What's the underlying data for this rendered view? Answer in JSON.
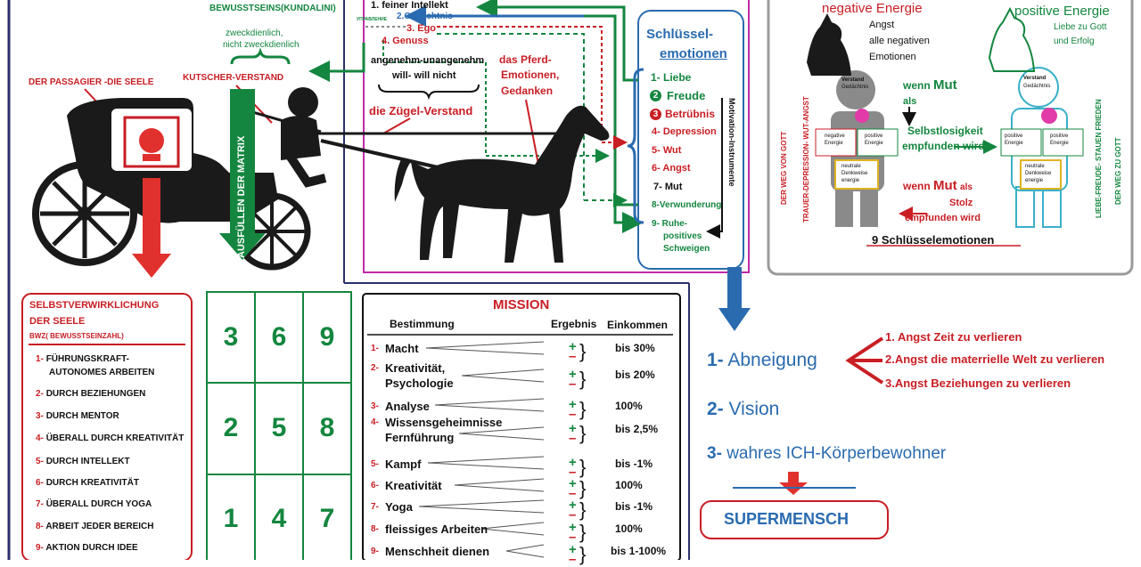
{
  "colors": {
    "red": "#c81e24",
    "green": "#14863f",
    "blue": "#2a6bb0",
    "navy": "#2b2f6b",
    "magenta": "#c02aa8",
    "gray": "#8a8a8a"
  },
  "top": {
    "bewusstseins": "BEWUSSTSEINS(KUNDALINI)",
    "zweck": "zweckdienlich,",
    "nicht_zweck": "nicht zweckdienlich",
    "passagier": "DER PASSAGIER -DIE SEELE",
    "kutscher": "KUTSCHER-VERSTAND",
    "intellekt_list": [
      {
        "label": "1. feiner Intellekt",
        "color": "dark"
      },
      {
        "label": "2.Gedächtnis",
        "color": "blue"
      },
      {
        "label": "3. Ego",
        "color": "red"
      },
      {
        "label": "4. Genuss",
        "color": "red"
      }
    ],
    "upravlenie": "УПРАВЛЕНИЕ",
    "angenehm": "angenehm-unangenehm",
    "will": "will- will nicht",
    "pferd": [
      "das Pferd-",
      "Emotionen,",
      "Gedanken"
    ],
    "zuegel": "die Zügel-Verstand",
    "matrix": "AUSFÜLLEN DER MATRIX",
    "motivation": "Motivation-Instrumente"
  },
  "emotions": {
    "title_1": "Schlüssel-",
    "title_2": "emotionen",
    "items": [
      {
        "label": "1- Liebe",
        "color": "green"
      },
      {
        "label": "Freude",
        "num": "2",
        "color": "green"
      },
      {
        "label": "Betrübnis",
        "num": "3",
        "color": "red"
      },
      {
        "label": "4- Depression",
        "color": "red"
      },
      {
        "label": "5- Wut",
        "color": "red"
      },
      {
        "label": "6- Angst",
        "color": "red"
      },
      {
        "label": "7-  Mut",
        "color": "dark"
      },
      {
        "label": "8-Verwunderung",
        "color": "green"
      },
      {
        "label": "9- Ruhe-",
        "color": "green"
      },
      {
        "label": "positives",
        "color": "green"
      },
      {
        "label": "Schweigen",
        "color": "green"
      }
    ]
  },
  "energy": {
    "negative": "negative Energie",
    "negative_sub": [
      "Angst",
      "alle negativen",
      "Emotionen"
    ],
    "positive": "positive Energie",
    "positive_sub": [
      "Liebe zu Gott",
      "und Erfolg"
    ],
    "left_vertical": "DER WEG VON GOTT",
    "left_vertical2": "TRAUER-DEPRESSION- WUT-ANGST",
    "right_vertical": "LIEBE-FREUDE- STAUEN FRIEDEN",
    "right_vertical2": "DER WEG ZU GOTT",
    "verstand": "Verstand",
    "gedaechtnis": "Gedächtnis",
    "neg_energie": [
      "negative",
      "Energie"
    ],
    "pos_energie": [
      "positive",
      "Energie"
    ],
    "neutral": [
      "neutrale",
      "Denkweise",
      "energie"
    ],
    "mut1_a": "wenn",
    "mut1_b": "Mut",
    "mut1_c": "als",
    "selbstlos": [
      "Selbstlosigkeit",
      "empfunden wird"
    ],
    "mut2_a": "wenn",
    "mut2_b": "Mut",
    "mut2_c": "als",
    "stolz": "Stolz",
    "stolz2": "empfunden wird",
    "caption": "9 Schlüsselemotionen"
  },
  "self": {
    "title1": "SELBSTVERWIRKLICHUNG",
    "title2": " DER SEELE",
    "bwz": "BWZ( BEWUSSTSEINZAHL)",
    "items": [
      {
        "n": "1-",
        "label": "FÜHRUNGSKRAFT-",
        "label2": "AUTONOMES ARBEITEN"
      },
      {
        "n": "2-",
        "label": "DURCH BEZIEHUNGEN"
      },
      {
        "n": "3-",
        "label": " DURCH MENTOR"
      },
      {
        "n": "4-",
        "label": "ÜBERALL DURCH KREATIVITÄT"
      },
      {
        "n": "5-",
        "label": "DURCH INTELLEKT"
      },
      {
        "n": "6-",
        "label": "DURCH KREATIVITÄT"
      },
      {
        "n": "7-",
        "label": "ÜBERALL DURCH YOGA"
      },
      {
        "n": "8-",
        "label": "ARBEIT JEDER BEREICH"
      },
      {
        "n": "9-",
        "label": "AKTION DURCH IDEE"
      }
    ]
  },
  "matrix": {
    "rows": [
      [
        "3",
        "6",
        "9"
      ],
      [
        "2",
        "5",
        "8"
      ],
      [
        "1",
        "4",
        "7"
      ]
    ]
  },
  "mission": {
    "title": "MISSION",
    "h_bestimmung": "Bestimmung",
    "h_ergebnis": "Ergebnis",
    "h_einkommen": "Einkommen",
    "rows": [
      {
        "n": "1-",
        "label": "Macht",
        "income": "bis  30%"
      },
      {
        "n": "2-",
        "label": "Kreativität,",
        "label2": "Psychologie",
        "income": "bis  20%"
      },
      {
        "n": "3-",
        "label": "Analyse",
        "income": "100%"
      },
      {
        "n": "4-",
        "label": "Wissensgeheimnisse",
        "label2": "Fernführung",
        "income": "bis 2,5%"
      },
      {
        "n": "5-",
        "label": "Kampf",
        "income": "bis -1%"
      },
      {
        "n": "6-",
        "label": "Kreativität",
        "income": "100%"
      },
      {
        "n": "7-",
        "label": "Yoga",
        "income": "bis -1%"
      },
      {
        "n": "8-",
        "label": "fleissiges Arbeiten",
        "income": "100%"
      },
      {
        "n": "9-",
        "label": "Menschheit dienen",
        "income": "bis 1-100%"
      }
    ],
    "plus": "+",
    "minus": "–"
  },
  "vision": {
    "items": [
      {
        "n": "1-",
        "label": "Abneigung"
      },
      {
        "n": "2-",
        "label": "Vision"
      },
      {
        "n": "3-",
        "label": "wahres ICH-Körperbewohner"
      }
    ],
    "fears": [
      "1. Angst Zeit zu verlieren",
      "2.Angst die materrielle Welt zu verlieren",
      "3.Angst Beziehungen zu verlieren"
    ],
    "supermensch": "SUPERMENSCH"
  }
}
